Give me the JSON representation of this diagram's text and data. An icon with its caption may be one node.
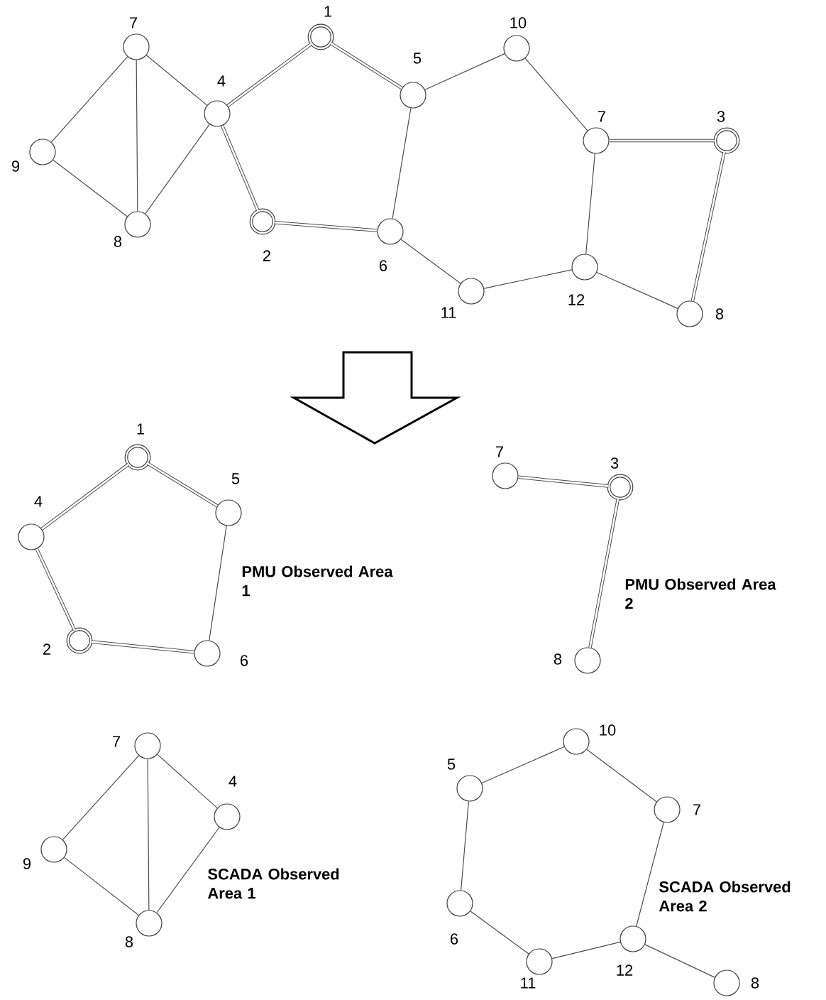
{
  "diagram": {
    "nodes": [
      {
        "text": [],
        "shape": "circle",
        "beside": [
          "7"
        ]
      },
      {
        "text": [],
        "shape": "circle",
        "beside": [
          "9"
        ]
      },
      {
        "text": [],
        "shape": "circle",
        "beside": [
          "8"
        ]
      },
      {
        "text": [],
        "shape": "circle",
        "beside": [
          "4"
        ]
      },
      {
        "text": [],
        "shape": "double-circle",
        "beside": [
          "1"
        ]
      },
      {
        "text": [],
        "shape": "double-circle",
        "beside": [
          "2"
        ]
      },
      {
        "text": [],
        "shape": "circle",
        "beside": [
          "6"
        ]
      },
      {
        "text": [],
        "shape": "circle",
        "beside": [
          "5"
        ]
      },
      {
        "text": [],
        "shape": "circle",
        "beside": [
          "10"
        ]
      },
      {
        "text": [],
        "shape": "circle",
        "beside": [
          "11"
        ]
      },
      {
        "text": [],
        "shape": "circle",
        "beside": [
          "7"
        ]
      },
      {
        "text": [],
        "shape": "double-circle",
        "beside": [
          "3"
        ]
      },
      {
        "text": [],
        "shape": "circle",
        "beside": [
          "12"
        ]
      },
      {
        "text": [],
        "shape": "circle",
        "beside": [
          "8"
        ]
      },
      {
        "text": [],
        "shape": "double-circle",
        "beside": [
          "1"
        ]
      },
      {
        "text": [],
        "shape": "circle",
        "beside": [
          "4"
        ]
      },
      {
        "text": [],
        "shape": "circle",
        "beside": [
          "5"
        ]
      },
      {
        "text": [],
        "shape": "double-circle",
        "beside": [
          "2"
        ]
      },
      {
        "text": [],
        "shape": "circle",
        "beside": [
          "6"
        ]
      },
      {
        "text": [],
        "shape": "circle",
        "beside": [
          "7"
        ]
      },
      {
        "text": [],
        "shape": "double-circle",
        "beside": [
          "3"
        ]
      },
      {
        "text": [],
        "shape": "circle",
        "beside": [
          "8"
        ]
      },
      {
        "text": [],
        "shape": "circle",
        "beside": [
          "7"
        ]
      },
      {
        "text": [],
        "shape": "circle",
        "beside": [
          "4"
        ]
      },
      {
        "text": [],
        "shape": "circle",
        "beside": [
          "9"
        ]
      },
      {
        "text": [],
        "shape": "circle",
        "beside": [
          "8"
        ]
      },
      {
        "text": [],
        "shape": "circle",
        "beside": [
          "10"
        ]
      },
      {
        "text": [],
        "shape": "circle",
        "beside": [
          "5"
        ]
      },
      {
        "text": [],
        "shape": "circle",
        "beside": [
          "7"
        ]
      },
      {
        "text": [],
        "shape": "circle",
        "beside": [
          "6"
        ]
      },
      {
        "text": [],
        "shape": "circle",
        "beside": [
          "11"
        ]
      },
      {
        "text": [],
        "shape": "circle",
        "beside": [
          "12"
        ]
      },
      {
        "text": [],
        "shape": "circle",
        "beside": [
          "8"
        ]
      }
    ],
    "edges": [
      {
        "from": 0,
        "to": 1,
        "arrow": "none"
      },
      {
        "from": 0,
        "to": 2,
        "arrow": "none"
      },
      {
        "from": 0,
        "to": 3,
        "arrow": "none"
      },
      {
        "from": 1,
        "to": 2,
        "arrow": "none"
      },
      {
        "from": 2,
        "to": 3,
        "arrow": "none"
      },
      {
        "from": 3,
        "to": 4,
        "arrow": "none",
        "style": "thick"
      },
      {
        "from": 4,
        "to": 7,
        "arrow": "none",
        "style": "thick"
      },
      {
        "from": 3,
        "to": 5,
        "arrow": "none",
        "style": "thick"
      },
      {
        "from": 5,
        "to": 6,
        "arrow": "none",
        "style": "thick"
      },
      {
        "from": 6,
        "to": 7,
        "arrow": "none"
      },
      {
        "from": 7,
        "to": 8,
        "arrow": "none"
      },
      {
        "from": 8,
        "to": 10,
        "arrow": "none"
      },
      {
        "from": 6,
        "to": 9,
        "arrow": "none"
      },
      {
        "from": 9,
        "to": 12,
        "arrow": "none"
      },
      {
        "from": 10,
        "to": 11,
        "arrow": "none",
        "style": "thick"
      },
      {
        "from": 10,
        "to": 12,
        "arrow": "none"
      },
      {
        "from": 11,
        "to": 13,
        "arrow": "none",
        "style": "thick"
      },
      {
        "from": 12,
        "to": 13,
        "arrow": "none"
      },
      {
        "from": 14,
        "to": 15,
        "arrow": "none",
        "style": "thick"
      },
      {
        "from": 14,
        "to": 16,
        "arrow": "none",
        "style": "thick"
      },
      {
        "from": 15,
        "to": 17,
        "arrow": "none",
        "style": "thick"
      },
      {
        "from": 17,
        "to": 18,
        "arrow": "none",
        "style": "thick"
      },
      {
        "from": 16,
        "to": 18,
        "arrow": "none"
      },
      {
        "from": 19,
        "to": 20,
        "arrow": "none",
        "style": "thick"
      },
      {
        "from": 20,
        "to": 21,
        "arrow": "none",
        "style": "thick"
      },
      {
        "from": 22,
        "to": 24,
        "arrow": "none"
      },
      {
        "from": 22,
        "to": 25,
        "arrow": "none"
      },
      {
        "from": 22,
        "to": 23,
        "arrow": "none"
      },
      {
        "from": 24,
        "to": 25,
        "arrow": "none"
      },
      {
        "from": 23,
        "to": 25,
        "arrow": "none"
      },
      {
        "from": 27,
        "to": 26,
        "arrow": "none"
      },
      {
        "from": 26,
        "to": 28,
        "arrow": "none"
      },
      {
        "from": 28,
        "to": 31,
        "arrow": "none"
      },
      {
        "from": 31,
        "to": 32,
        "arrow": "none"
      },
      {
        "from": 31,
        "to": 30,
        "arrow": "none"
      },
      {
        "from": 30,
        "to": 29,
        "arrow": "none"
      },
      {
        "from": 29,
        "to": 27,
        "arrow": "none"
      }
    ],
    "labels": [
      "PMU Observed Area 1",
      "PMU Observed Area 2",
      "SCADA Observed Area 1",
      "SCADA Observed Area 2"
    ]
  }
}
